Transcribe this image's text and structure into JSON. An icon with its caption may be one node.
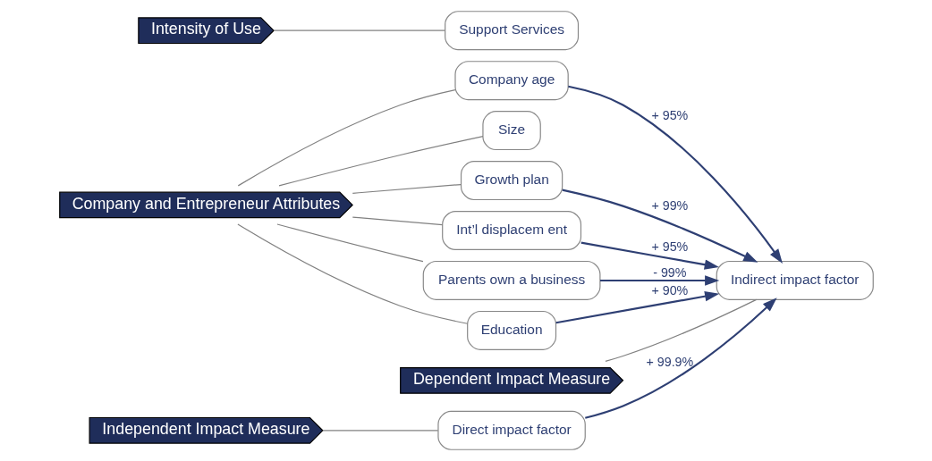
{
  "diagram": {
    "nodes": [
      {
        "text": [
          "Company and Entrepreneur Attributes"
        ]
      },
      {
        "text": [
          "Intensity of Use"
        ]
      },
      {
        "text": [
          "Independent Impact Measure"
        ]
      },
      {
        "text": [
          "Dependent Impact Measure"
        ]
      },
      {
        "text": [
          "Company age"
        ]
      },
      {
        "text": [
          "Support Services"
        ]
      },
      {
        "text": [
          "Direct impact factor"
        ]
      },
      {
        "text": [
          "Indirect impact factor"
        ]
      },
      {
        "text": [
          "Size"
        ]
      },
      {
        "text": [
          "Growth plan"
        ]
      },
      {
        "text": [
          "Int’l displacem ent"
        ]
      },
      {
        "text": [
          "Parents own a business"
        ]
      },
      {
        "text": [
          "Education"
        ]
      }
    ],
    "edges": [
      {
        "from": 0,
        "to": 4,
        "arrow": "none"
      },
      {
        "from": 0,
        "to": 8,
        "arrow": "none"
      },
      {
        "from": 0,
        "to": 9,
        "arrow": "none"
      },
      {
        "from": 0,
        "to": 10,
        "arrow": "none"
      },
      {
        "from": 0,
        "to": 11,
        "arrow": "none"
      },
      {
        "from": 0,
        "to": 12,
        "arrow": "none"
      },
      {
        "from": 1,
        "to": 5,
        "arrow": "none"
      },
      {
        "from": 2,
        "to": 6,
        "arrow": "none"
      },
      {
        "from": 3,
        "to": 7,
        "arrow": "none"
      },
      {
        "from": 6,
        "to": 7,
        "arrow": "to",
        "label": "+ 99.9%",
        "color": "#2e3f73"
      },
      {
        "from": 4,
        "to": 7,
        "arrow": "to",
        "label": "+ 95%",
        "color": "#2e3f73"
      },
      {
        "from": 9,
        "to": 7,
        "arrow": "to",
        "label": "+ 99%",
        "color": "#2e3f73"
      },
      {
        "from": 10,
        "to": 7,
        "arrow": "to",
        "label": "+ 95%",
        "color": "#2e3f73"
      },
      {
        "from": 11,
        "to": 7,
        "arrow": "to",
        "label": "- 99%",
        "color": "#2e3f73"
      },
      {
        "from": 12,
        "to": 7,
        "arrow": "to",
        "label": "+ 90%",
        "color": "#2e3f73"
      }
    ]
  }
}
